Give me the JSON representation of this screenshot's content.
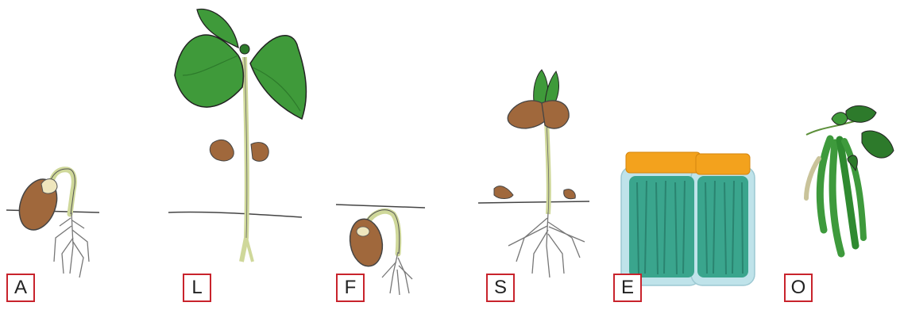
{
  "labels": {
    "a": "A",
    "l": "L",
    "f": "F",
    "s": "S",
    "e": "E",
    "o": "O"
  },
  "colors": {
    "label_border": "#c8232c",
    "seed_brown": "#a0683c",
    "seed_cream": "#efe6bd",
    "stem": "#cfd89a",
    "leaf_green": "#3f9a3a",
    "leaf_dark": "#2d7a2b",
    "jar_lid": "#f3a21d",
    "jar_glass": "#bfe3ea",
    "beans_teal": "#3aa58d",
    "pod_green": "#3e9a3c",
    "root": "#777777",
    "ground": "#444444"
  },
  "icons": [
    "germinating-seed-icon",
    "bean-plant-icon",
    "sprouting-seed-icon",
    "seedling-icon",
    "canned-beans-jar-icon",
    "bean-pods-icon"
  ]
}
